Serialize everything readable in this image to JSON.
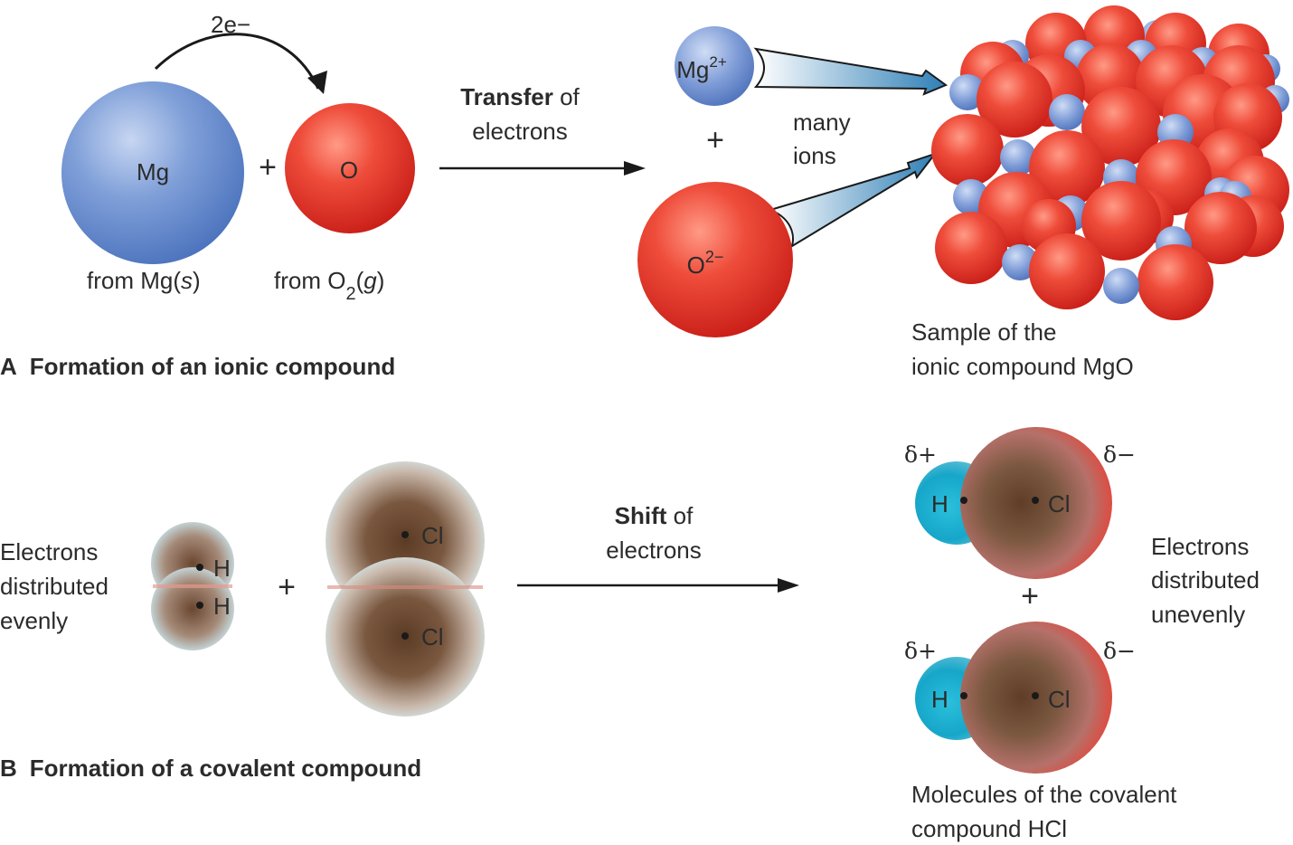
{
  "panel_a": {
    "caption_letter": "A",
    "caption_text": "Formation of an ionic compound",
    "electron_transfer": "2e−",
    "mg_atom": "Mg",
    "o_atom": "O",
    "plus": "+",
    "from_mg": "from Mg(",
    "from_mg_italic": "s",
    "from_mg_close": ")",
    "from_o2_prefix": "from O",
    "from_o2_sub": "2",
    "from_o2_open": "(",
    "from_o2_italic": "g",
    "from_o2_close": ")",
    "arrow_bold": "Transfer",
    "arrow_rest": " of",
    "arrow_line2": "electrons",
    "mg_ion": "Mg",
    "mg_ion_charge": "2+",
    "ion_plus": "+",
    "o_ion": "O",
    "o_ion_charge": "2−",
    "many": "many",
    "ions": "ions",
    "sample_line1": "Sample of the",
    "sample_line2": "ionic compound MgO"
  },
  "panel_b": {
    "caption_letter": "B",
    "caption_text": "Formation of a covalent compound",
    "even_line1": "Electrons",
    "even_line2": "distributed",
    "even_line3": "evenly",
    "h_top": "H",
    "h_bottom": "H",
    "plus": "+",
    "cl_top": "Cl",
    "cl_bottom": "Cl",
    "arrow_bold": "Shift",
    "arrow_rest": " of",
    "arrow_line2": "electrons",
    "delta_plus": "δ+",
    "delta_minus": "δ−",
    "hcl_h": "H",
    "hcl_cl": "Cl",
    "molecule_plus": "+",
    "uneven_line1": "Electrons",
    "uneven_line2": "distributed",
    "uneven_line3": "unevenly",
    "molecules_line1": "Molecules of the covalent",
    "molecules_line2": "compound HCl"
  },
  "colors": {
    "mg_blue": "#5b82c6",
    "o_red": "#e2372a",
    "electron_brown": "#6b4a33",
    "h_cyan": "#1aa6c8",
    "arrow_fill": "#3f86b8"
  }
}
